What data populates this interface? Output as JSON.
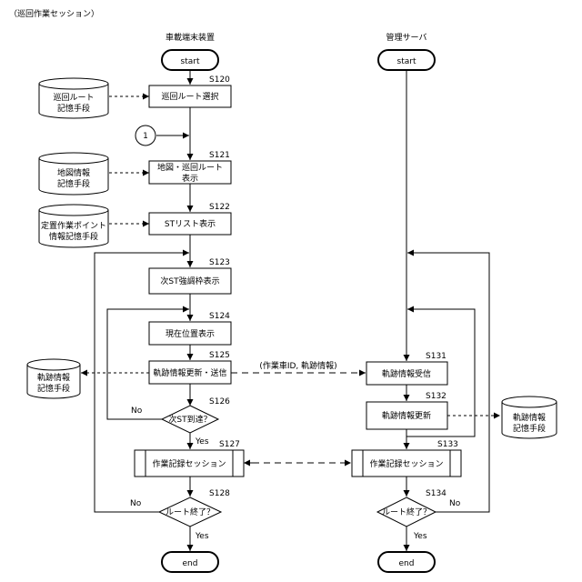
{
  "title": "（巡回作業セッション）",
  "columns": {
    "left": "車載端末装置",
    "right": "管理サーバ"
  },
  "terminals": {
    "start": "start",
    "end": "end"
  },
  "connector": "1",
  "steps": {
    "s120": {
      "id": "S120",
      "label": "巡回ルート選択"
    },
    "s121": {
      "id": "S121",
      "line1": "地図・巡回ルート",
      "line2": "表示"
    },
    "s122": {
      "id": "S122",
      "label": "STリスト表示"
    },
    "s123": {
      "id": "S123",
      "label": "次ST強調枠表示"
    },
    "s124": {
      "id": "S124",
      "label": "現在位置表示"
    },
    "s125": {
      "id": "S125",
      "label": "軌跡情報更新・送信"
    },
    "s126": {
      "id": "S126",
      "label": "次ST到達？"
    },
    "s127": {
      "id": "S127",
      "label": "作業記録セッション"
    },
    "s128": {
      "id": "S128",
      "label": "ルート終了？"
    },
    "s131": {
      "id": "S131",
      "label": "軌跡情報受信"
    },
    "s132": {
      "id": "S132",
      "label": "軌跡情報更新"
    },
    "s133": {
      "id": "S133",
      "label": "作業記録セッション"
    },
    "s134": {
      "id": "S134",
      "label": "ルート終了？"
    }
  },
  "databases": {
    "route": {
      "line1": "巡回ルート",
      "line2": "記憶手段"
    },
    "map": {
      "line1": "地図情報",
      "line2": "記憶手段"
    },
    "fixed_point": {
      "line1": "定置作業ポイント",
      "line2": "情報記憶手段"
    },
    "track_left": {
      "line1": "軌跡情報",
      "line2": "記憶手段"
    },
    "track_right": {
      "line1": "軌跡情報",
      "line2": "記憶手段"
    }
  },
  "edge_labels": {
    "transmit": "(作業車ID, 軌跡情報)",
    "yes": "Yes",
    "no": "No"
  }
}
